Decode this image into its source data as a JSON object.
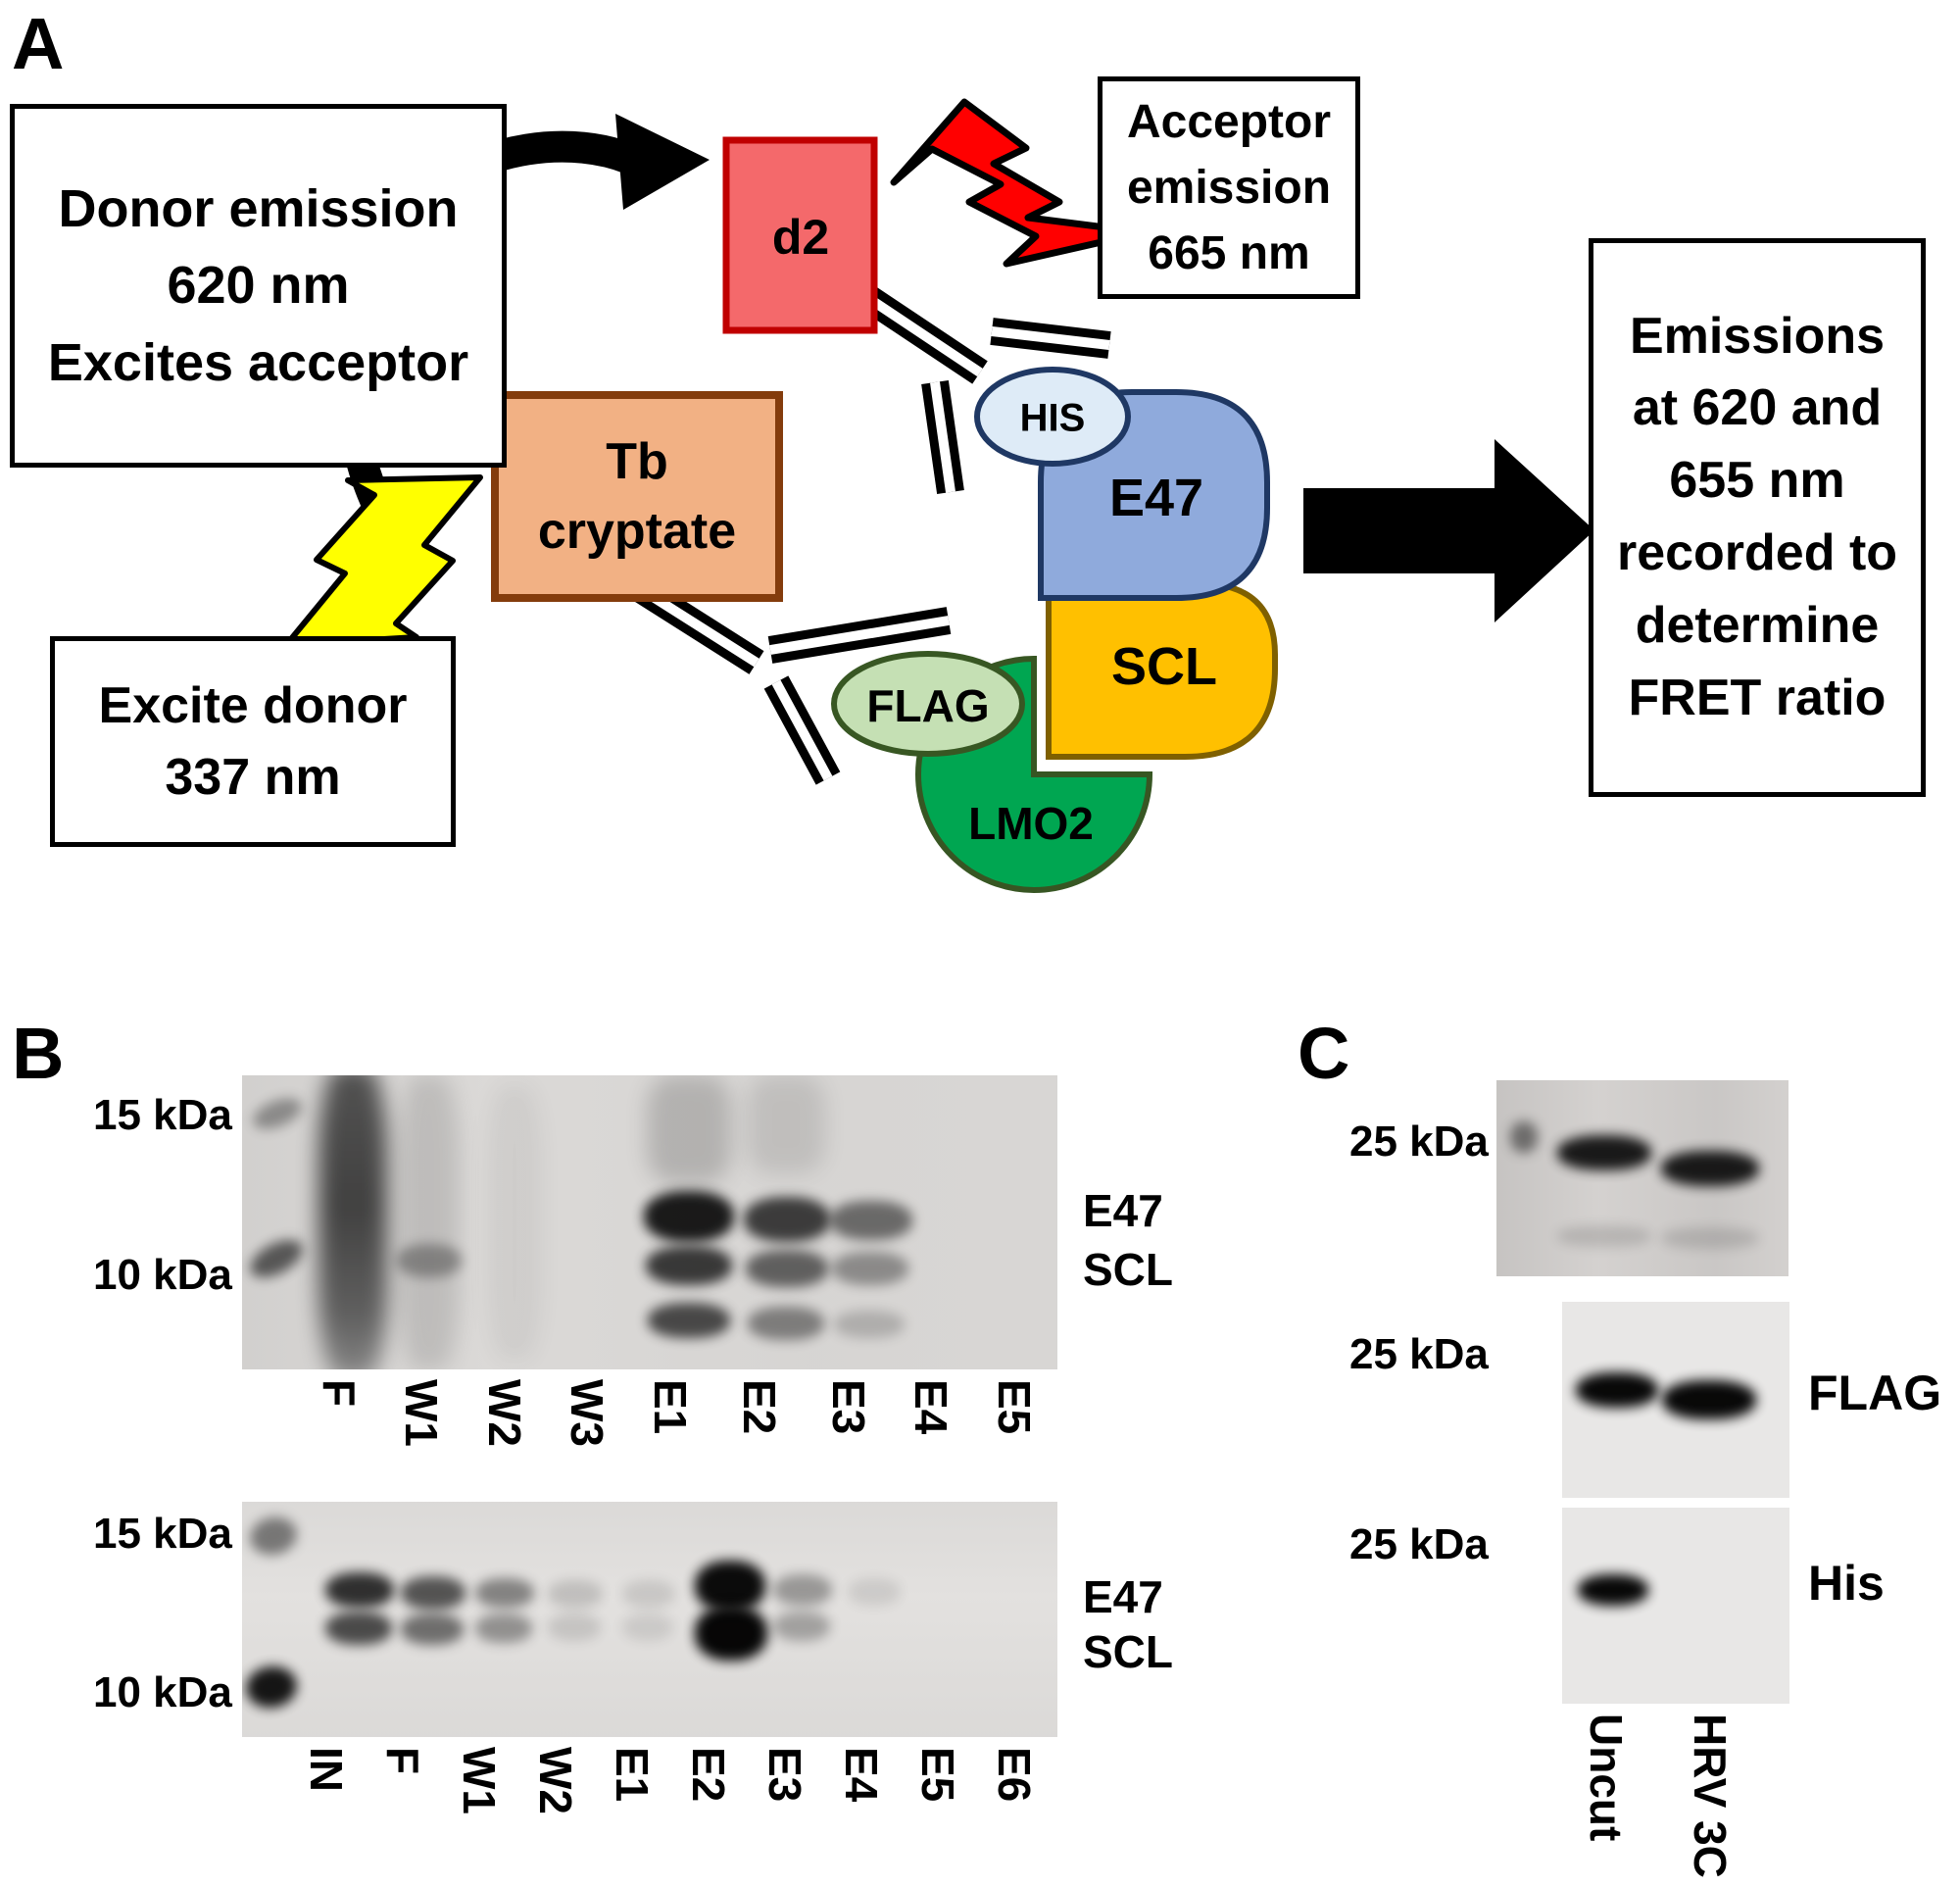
{
  "panelA": {
    "label": "A",
    "boxes": {
      "donor": {
        "lines": [
          "Donor emission",
          "620 nm",
          "Excites acceptor"
        ]
      },
      "acceptor": {
        "lines": [
          "Acceptor",
          "emission",
          "665 nm"
        ]
      },
      "excite": {
        "lines": [
          "Excite donor",
          "337 nm"
        ]
      },
      "result": {
        "lines": [
          "Emissions",
          "at 620 and",
          "655 nm",
          "recorded to",
          "determine",
          "FRET ratio"
        ]
      },
      "d2_label": "d2",
      "tb": {
        "lines": [
          "Tb",
          "cryptate"
        ]
      }
    },
    "tags": {
      "his": "HIS",
      "flag": "FLAG"
    },
    "proteins": {
      "e47": "E47",
      "scl": "SCL",
      "lmo2": "LMO2"
    },
    "colors": {
      "d2_fill": "#F4696B",
      "d2_border": "#C00000",
      "tb_fill": "#F2B184",
      "tb_border": "#843C0C",
      "his_fill": "#DEEBF7",
      "his_border": "#1F3864",
      "e47_fill": "#8FAADC",
      "e47_border": "#1F3864",
      "scl_fill": "#FFC000",
      "scl_border": "#7F6000",
      "flag_fill": "#C5E0B4",
      "flag_border": "#385723",
      "lmo2_fill": "#00A651",
      "lmo2_border": "#375623",
      "bolt_red": "#FF0000",
      "bolt_yellow": "#FFFF00",
      "arrow_black": "#000000"
    }
  },
  "panelB": {
    "label": "B",
    "blots": [
      {
        "markers": [
          "15 kDa",
          "10 kDa"
        ],
        "lanes": [
          "F",
          "W1",
          "W2",
          "W3",
          "E1",
          "E2",
          "E3",
          "E4",
          "E5"
        ],
        "annotations": [
          "E47",
          "SCL"
        ]
      },
      {
        "markers": [
          "15 kDa",
          "10 kDa"
        ],
        "lanes": [
          "IN",
          "F",
          "W1",
          "W2",
          "E1",
          "E2",
          "E3",
          "E4",
          "E5",
          "E6"
        ],
        "annotations": [
          "E47",
          "SCL"
        ]
      }
    ]
  },
  "panelC": {
    "label": "C",
    "blots": [
      {
        "marker": "25 kDa",
        "annotation": ""
      },
      {
        "marker": "25 kDa",
        "annotation": "FLAG"
      },
      {
        "marker": "25 kDa",
        "annotation": "His"
      }
    ],
    "lanes": [
      "Uncut",
      "HRV 3C"
    ]
  }
}
